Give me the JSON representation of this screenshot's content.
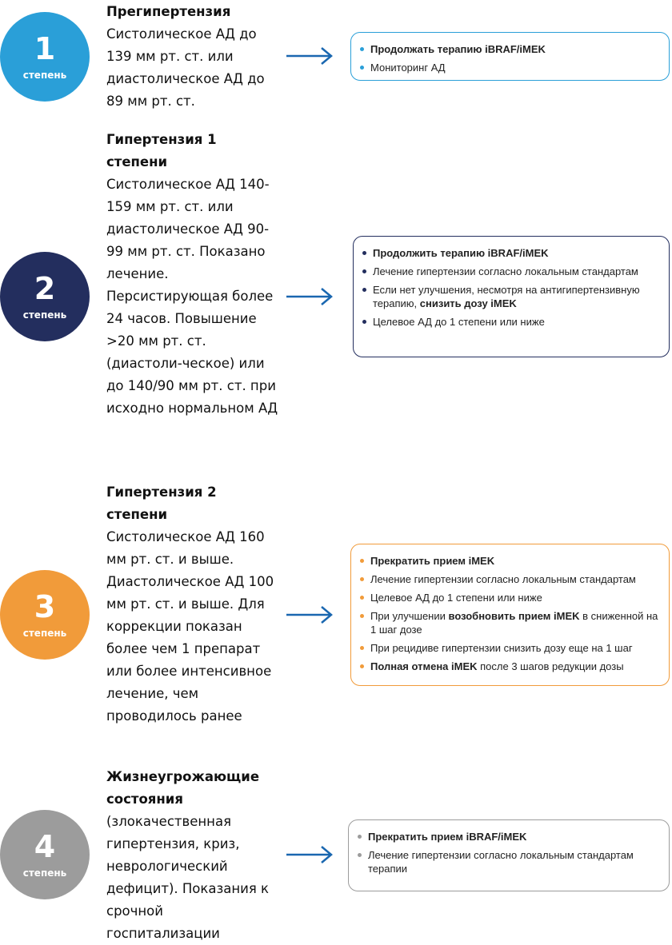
{
  "colors": {
    "grade1": "#2a9fd8",
    "grade2": "#232e5e",
    "grade3": "#f19b3a",
    "grade4": "#9c9c9c",
    "arrow": "#1a67b0"
  },
  "degree_label": "степень",
  "grades": [
    {
      "number": "1",
      "title": "Прегипертензия",
      "body": "Систолическое АД до 139 мм рт. ст. или диастолическое АД до 89 мм рт. ст.",
      "items": [
        [
          {
            "b": "Продолжать терапию iBRAF/iMEK"
          }
        ],
        [
          {
            "t": "Мониторинг АД"
          }
        ]
      ]
    },
    {
      "number": "2",
      "title": "Гипертензия 1 степени",
      "body": "Систолическое АД 140-159 мм рт. ст. или диастолическое АД 90-99 мм рт. ст. Показано лечение. Персистирующая более 24 часов. Повышение >20 мм рт. ст. (диастоли-ческое) или до 140/90 мм рт. ст. при исходно нормальном АД",
      "items": [
        [
          {
            "b": "Продолжить терапию iBRAF/iMEK"
          }
        ],
        [
          {
            "t": "Лечение гипертензии согласно локальным стандартам"
          }
        ],
        [
          {
            "t": "Если нет улучшения, несмотря на антигипертензивную терапию, "
          },
          {
            "b": "снизить дозу iMEK"
          }
        ],
        [
          {
            "t": "Целевое АД до 1 степени или ниже"
          }
        ]
      ]
    },
    {
      "number": "3",
      "title": "Гипертензия 2 степени",
      "body": "Систолическое АД 160 мм рт. ст. и выше. Диастолическое АД 100 мм рт. ст. и выше. Для коррекции показан более чем 1 препарат или более интенсивное лечение, чем проводилось ранее",
      "items": [
        [
          {
            "b": "Прекратить прием iMEK"
          }
        ],
        [
          {
            "t": "Лечение гипертензии согласно локальным стандартам"
          }
        ],
        [
          {
            "t": "Целевое АД до 1 степени или ниже"
          }
        ],
        [
          {
            "t": "При улучшении "
          },
          {
            "b": "возобновить прием iMEK"
          },
          {
            "t": " в сниженной на 1 шаг дозе"
          }
        ],
        [
          {
            "t": "При рецидиве гипертензии снизить дозу еще на 1 шаг"
          }
        ],
        [
          {
            "b": "Полная отмена iMEK"
          },
          {
            "t": " после 3 шагов редукции дозы"
          }
        ]
      ]
    },
    {
      "number": "4",
      "title": "Жизнеугрожающие состояния",
      "body": "(злокачественная гипертензия, криз, неврологический дефицит). Показания к срочной госпитализации",
      "items": [
        [
          {
            "b": "Прекратить прием iBRAF/iMEK"
          }
        ],
        [
          {
            "t": "Лечение гипертензии согласно локальным стандартам терапии"
          }
        ]
      ]
    }
  ]
}
